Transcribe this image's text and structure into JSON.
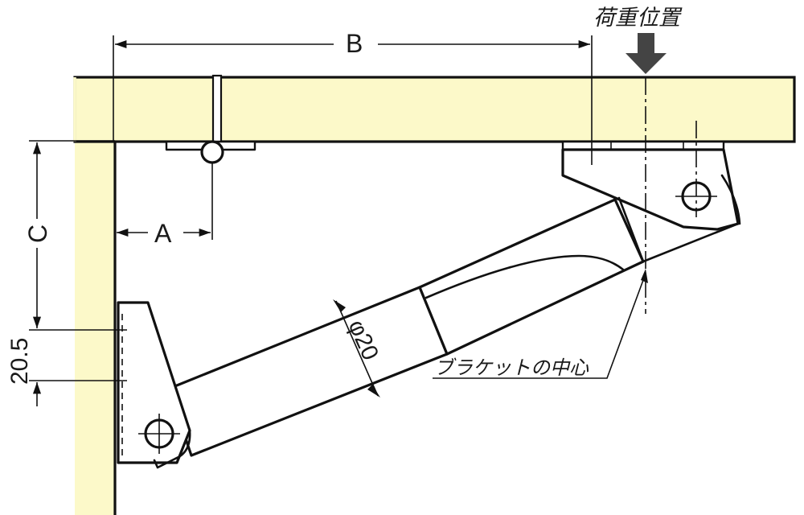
{
  "diagram": {
    "labels": {
      "A": "A",
      "B": "B",
      "C": "C",
      "offset_20_5": "20.5",
      "diameter": "φ20",
      "load_position": "荷重位置",
      "bracket_center": "ブラケットの中心"
    },
    "colors": {
      "wood": "#fcf9c9",
      "outline": "#111111",
      "load_arrow": "#444444",
      "background": "#ffffff"
    }
  }
}
